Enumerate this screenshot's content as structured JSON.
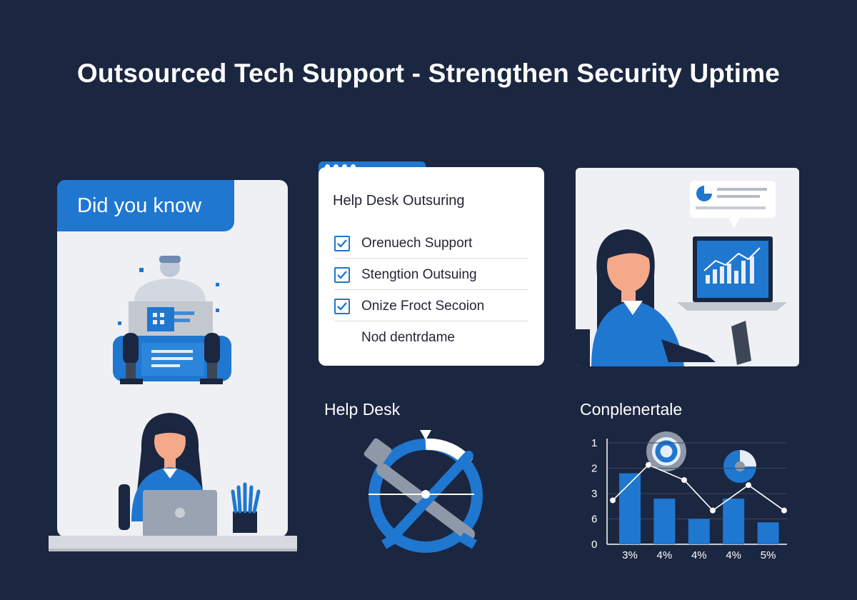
{
  "header": {
    "title": "Outsourced Tech Support - Strengthen Security Uptime"
  },
  "left_panel": {
    "badge": "Did you know"
  },
  "checklist": {
    "title": "Help Desk Outsuring",
    "items": [
      {
        "label": "Orenuech Support",
        "checked": true
      },
      {
        "label": "Stengtion Outsuing",
        "checked": true
      },
      {
        "label": "Onize Froct Secoion",
        "checked": true
      },
      {
        "label": "Nod dentrdame",
        "checked": false
      }
    ]
  },
  "help_desk": {
    "heading": "Help Desk"
  },
  "chart_section": {
    "heading": "Conplenertale"
  },
  "colors": {
    "background": "#1b2640",
    "accent": "#1f77d0",
    "panel": "#eef0f4"
  },
  "chart_data": {
    "type": "bar",
    "title": "",
    "xlabel": "",
    "ylabel": "",
    "categories": [
      "3%",
      "4%",
      "4%",
      "4%",
      "5%"
    ],
    "y_tick_labels": [
      "1",
      "2",
      "3",
      "6",
      "0"
    ],
    "values": [
      4.2,
      2.7,
      1.5,
      2.7,
      1.3
    ],
    "line_values": [
      4.7,
      3.8,
      2.0,
      3.5,
      2.0
    ],
    "ylim": [
      0,
      6
    ],
    "grid": true,
    "legend": "none"
  }
}
